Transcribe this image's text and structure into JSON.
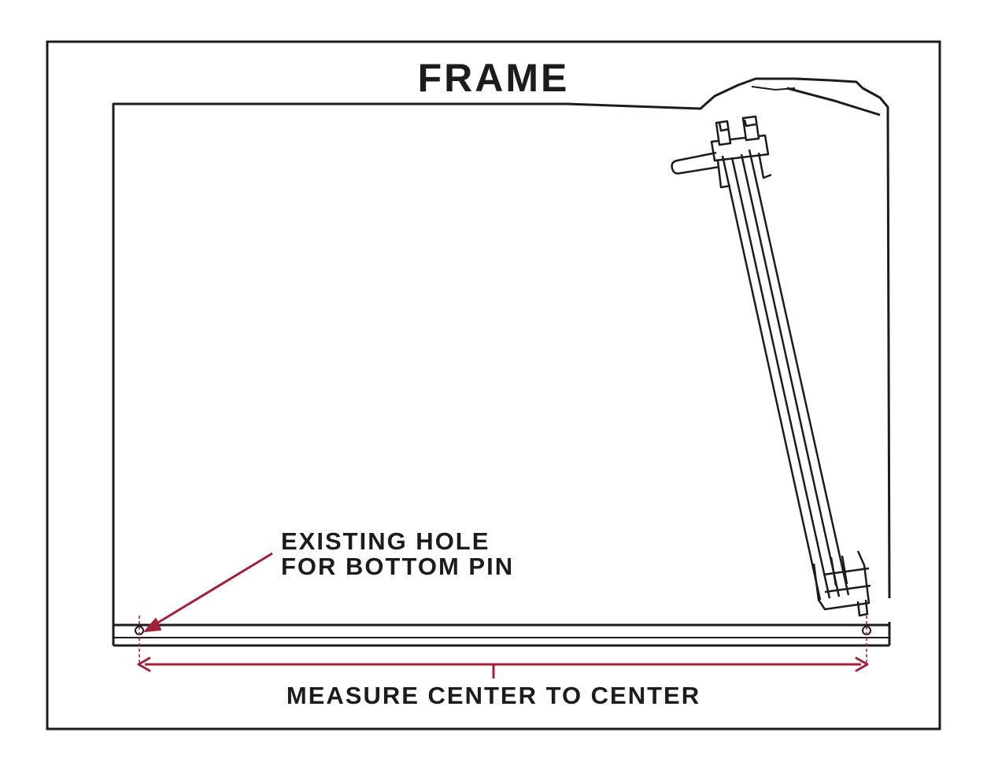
{
  "title": "FRAME",
  "callout": {
    "line1": "EXISTING HOLE",
    "line2": "FOR BOTTOM PIN"
  },
  "dimension_label": "MEASURE CENTER TO CENTER",
  "colors": {
    "ink": "#1c1c1c",
    "accent": "#a4213a",
    "background": "#ffffff"
  }
}
